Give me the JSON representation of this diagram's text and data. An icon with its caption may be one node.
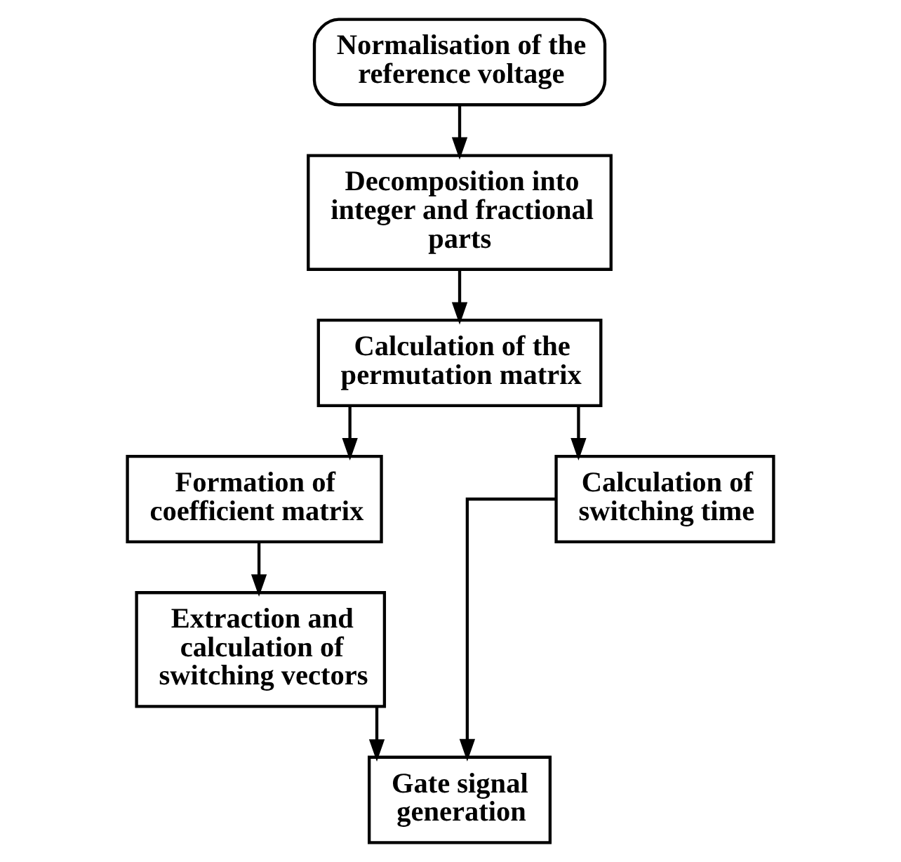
{
  "diagram": {
    "nodes": [
      {
        "text": [
          "Normalisation of the reference voltage"
        ]
      },
      {
        "text": [
          "Decomposition into integer and fractional parts"
        ]
      },
      {
        "text": [
          "Calculation of the permutation matrix"
        ]
      },
      {
        "text": [
          "Formation of coefficient matrix"
        ]
      },
      {
        "text": [
          "Extraction and calculation of switching vectors"
        ]
      },
      {
        "text": [
          "Calculation of switching time"
        ]
      },
      {
        "text": [
          "Gate signal generation"
        ]
      }
    ],
    "edges": [
      {
        "from": 0,
        "to": 1,
        "arrow": "to"
      },
      {
        "from": 1,
        "to": 2,
        "arrow": "to"
      },
      {
        "from": 2,
        "to": 3,
        "arrow": "to"
      },
      {
        "from": 2,
        "to": 5,
        "arrow": "to"
      },
      {
        "from": 3,
        "to": 4,
        "arrow": "to"
      },
      {
        "from": 4,
        "to": 6,
        "arrow": "to"
      },
      {
        "from": 5,
        "to": 6,
        "arrow": "to"
      }
    ]
  }
}
